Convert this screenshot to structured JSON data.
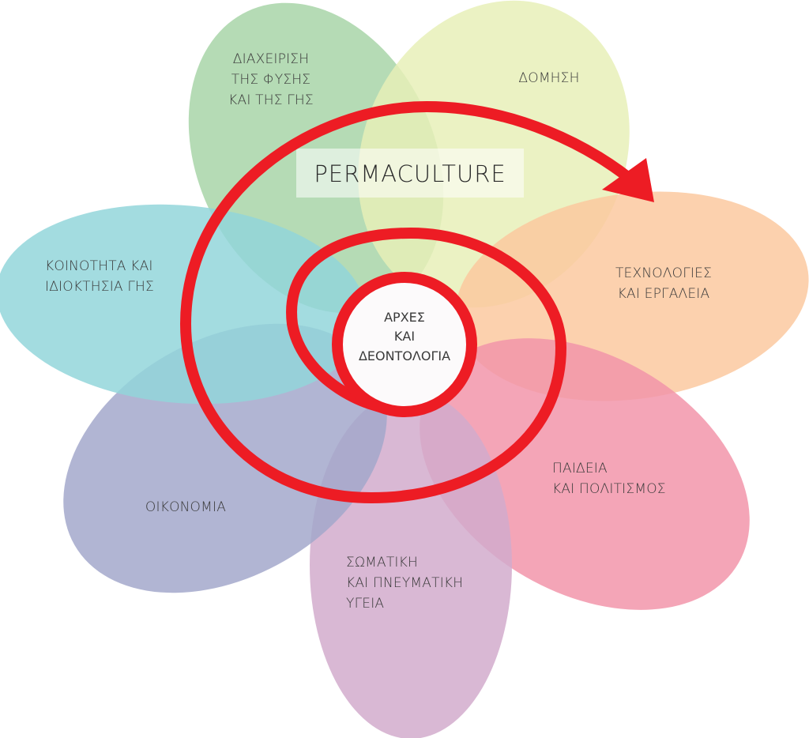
{
  "title": "PERMACULTURE",
  "center": {
    "lines": [
      "ΑΡΧΕΣ",
      "ΚΑΙ",
      "ΔΕΟΝΤΟΛΟΓΙΑ"
    ],
    "fill": "#fcfafb"
  },
  "spiral_color": "#ed1c24",
  "petals": [
    {
      "id": "land",
      "lines": [
        "ΔΙΑΧΕΙΡΙΣΗ",
        "ΤΗΣ ΦΥΣΗΣ",
        "ΚΑΙ ΤΗΣ ΓΗΣ"
      ],
      "color": "#a8d5a8"
    },
    {
      "id": "built",
      "lines": [
        "ΔΟΜΗΣΗ"
      ],
      "color": "#e8f0b8"
    },
    {
      "id": "tools",
      "lines": [
        "ΤΕΧΝΟΛΟΓΙΕΣ",
        "ΚΑΙ ΕΡΓΑΛΕΙΑ"
      ],
      "color": "#fbc9a0"
    },
    {
      "id": "culture",
      "lines": [
        "ΠΑΙΔΕΙΑ",
        "ΚΑΙ ΠΟΛΙΤΙΣΜΟΣ"
      ],
      "color": "#f295aa"
    },
    {
      "id": "health",
      "lines": [
        "ΣΩΜΑΤΙΚΗ",
        "ΚΑΙ ΠΝΕΥΜΑΤΙΚΗ",
        "ΥΓΕΙΑ"
      ],
      "color": "#d2abcd"
    },
    {
      "id": "finance",
      "lines": [
        "ΟΙΚΟΝΟΜΙΑ"
      ],
      "color": "#a3a8cb"
    },
    {
      "id": "community",
      "lines": [
        "ΚΟΙΝΟΤΗΤΑ ΚΑΙ",
        "ΙΔΙΟΚΤΗΣΙΑ ΓΗΣ"
      ],
      "color": "#93d6db"
    }
  ]
}
